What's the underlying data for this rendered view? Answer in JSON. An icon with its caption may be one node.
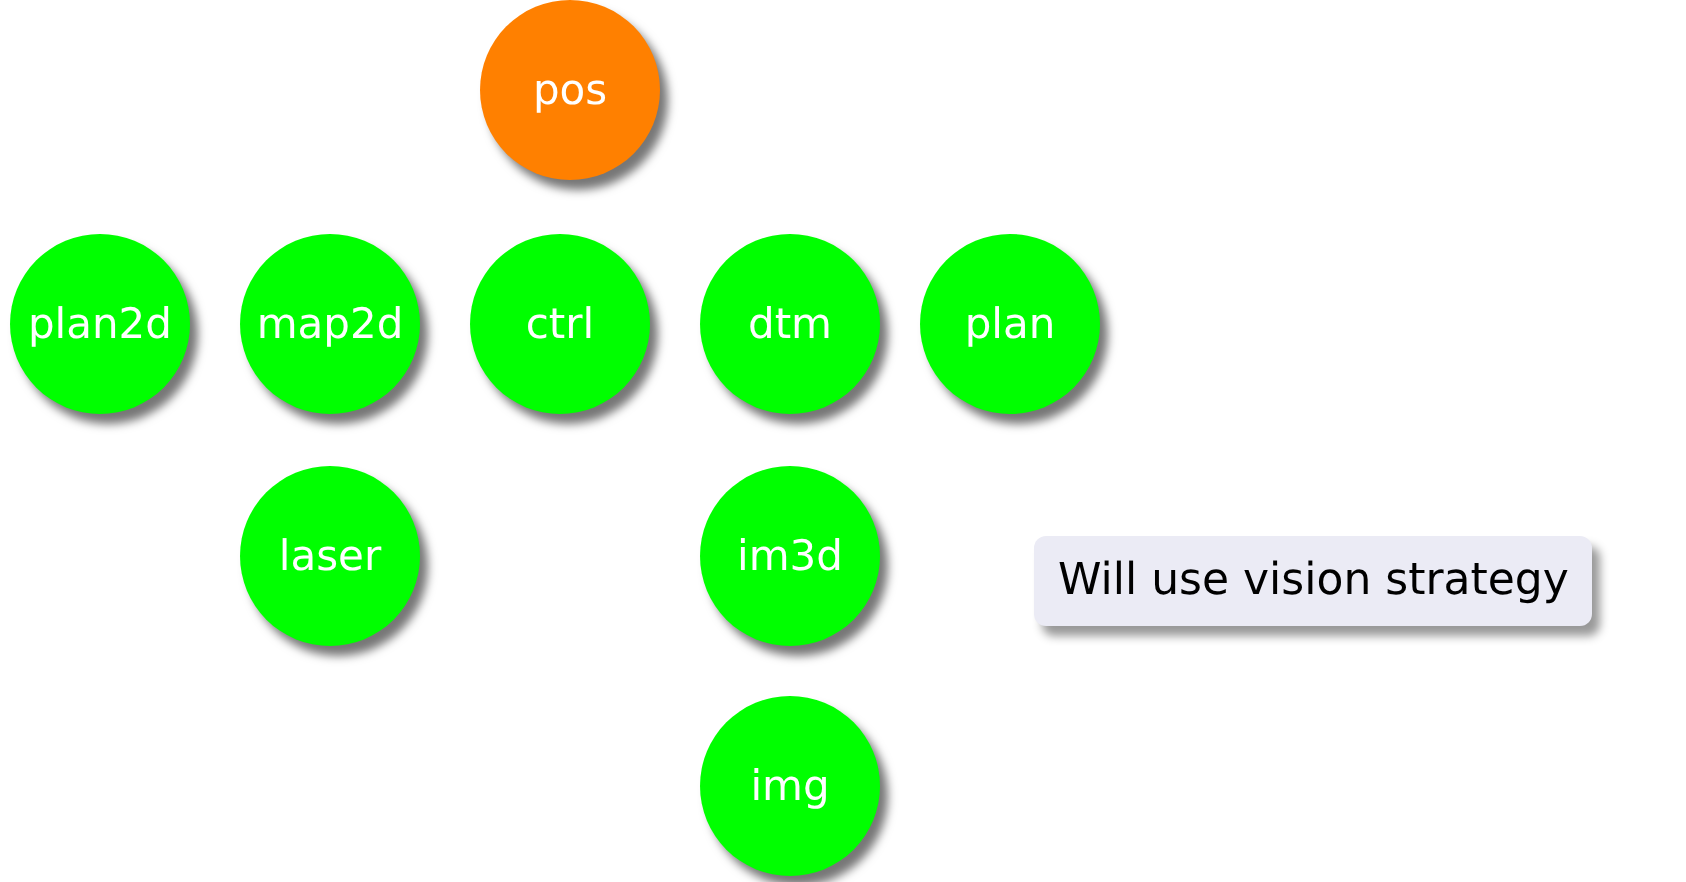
{
  "diagram": {
    "nodes": [
      {
        "text": [
          "pos"
        ]
      },
      {
        "text": [
          "plan2d"
        ]
      },
      {
        "text": [
          "map2d"
        ]
      },
      {
        "text": [
          "ctrl"
        ]
      },
      {
        "text": [
          "dtm"
        ]
      },
      {
        "text": [
          "plan"
        ]
      },
      {
        "text": [
          "laser"
        ]
      },
      {
        "text": [
          "im3d"
        ]
      },
      {
        "text": [
          "img"
        ]
      },
      {
        "text": [
          "Will use vision strategy"
        ]
      }
    ],
    "edges": []
  }
}
